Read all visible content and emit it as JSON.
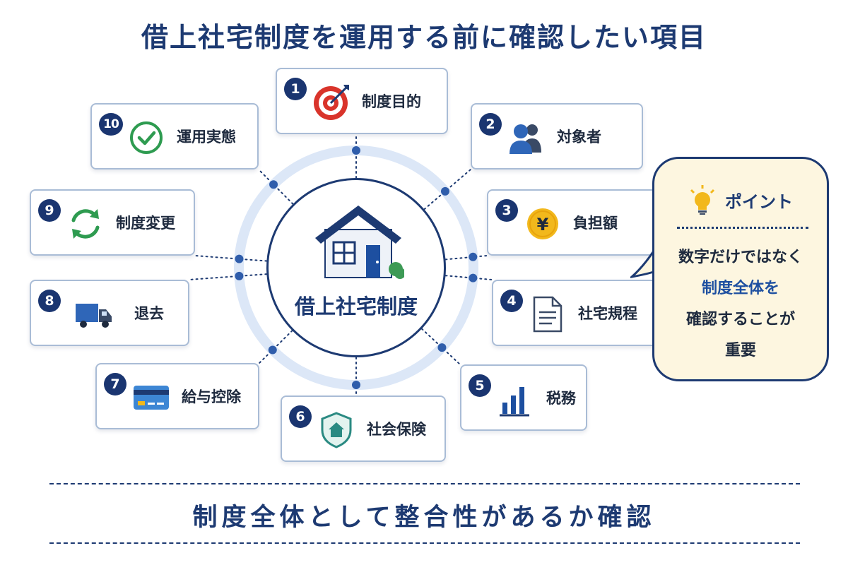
{
  "title": "借上社宅制度を運用する前に確認したい項目",
  "hub": {
    "label": "借上社宅制度"
  },
  "items": [
    {
      "no": "1",
      "label": "制度目的",
      "icon": "target-icon"
    },
    {
      "no": "2",
      "label": "対象者",
      "icon": "people-icon"
    },
    {
      "no": "3",
      "label": "負担額",
      "icon": "yen-coin-icon"
    },
    {
      "no": "4",
      "label": "社宅規程",
      "icon": "document-icon"
    },
    {
      "no": "5",
      "label": "税務",
      "icon": "bar-chart-icon"
    },
    {
      "no": "6",
      "label": "社会保険",
      "icon": "shield-home-icon"
    },
    {
      "no": "7",
      "label": "給与控除",
      "icon": "credit-card-icon"
    },
    {
      "no": "8",
      "label": "退去",
      "icon": "truck-icon"
    },
    {
      "no": "9",
      "label": "制度変更",
      "icon": "refresh-icon"
    },
    {
      "no": "10",
      "label": "運用実態",
      "icon": "check-circle-icon"
    }
  ],
  "point": {
    "title": "ポイント",
    "line1": "数字だけではなく",
    "line2": "制度全体を",
    "line3": "確認することが",
    "line4": "重要"
  },
  "conclusion": "制度全体として整合性があるか確認",
  "colors": {
    "navy": "#1d3a72",
    "accent_blue": "#1d4fa0",
    "ring": "#dce7f7",
    "callout_bg": "#fdf6e0",
    "green": "#2e9b50",
    "red": "#d9342b"
  }
}
